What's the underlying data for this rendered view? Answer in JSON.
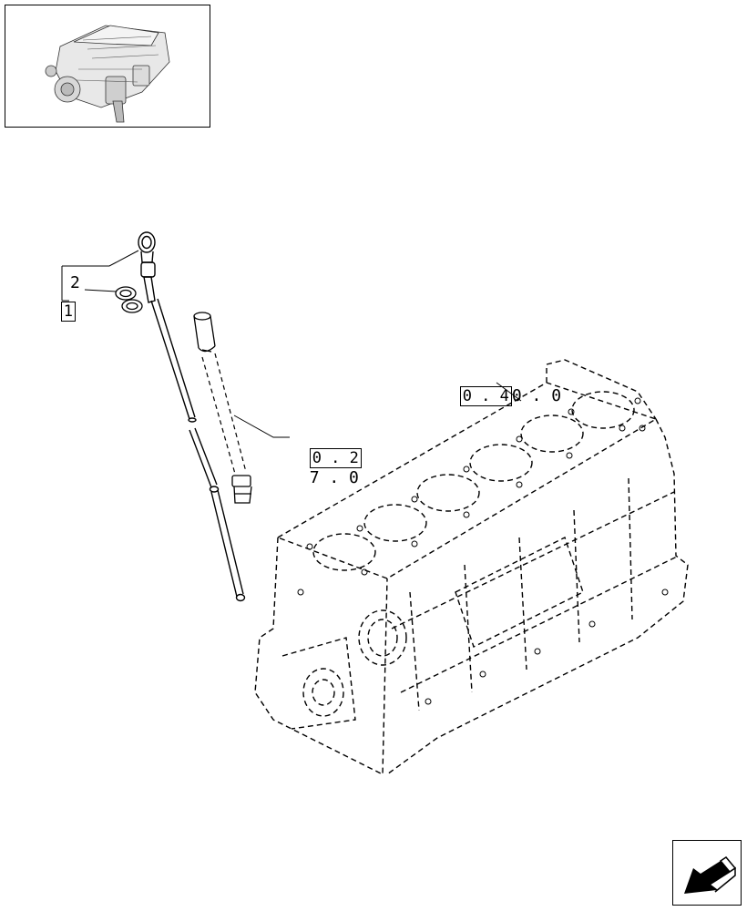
{
  "thumbnail": {
    "icon": "engine-thumbnail-icon"
  },
  "callouts": {
    "dipstick_group": {
      "box": "1",
      "item": "2"
    },
    "tube_ref": {
      "boxed": "0 . 2",
      "rest": "7 . 0"
    },
    "block_ref": {
      "boxed": "0 . 4",
      "rest": "0 . 0"
    }
  },
  "navigation": {
    "next_icon": "next-page-arrow-icon"
  }
}
